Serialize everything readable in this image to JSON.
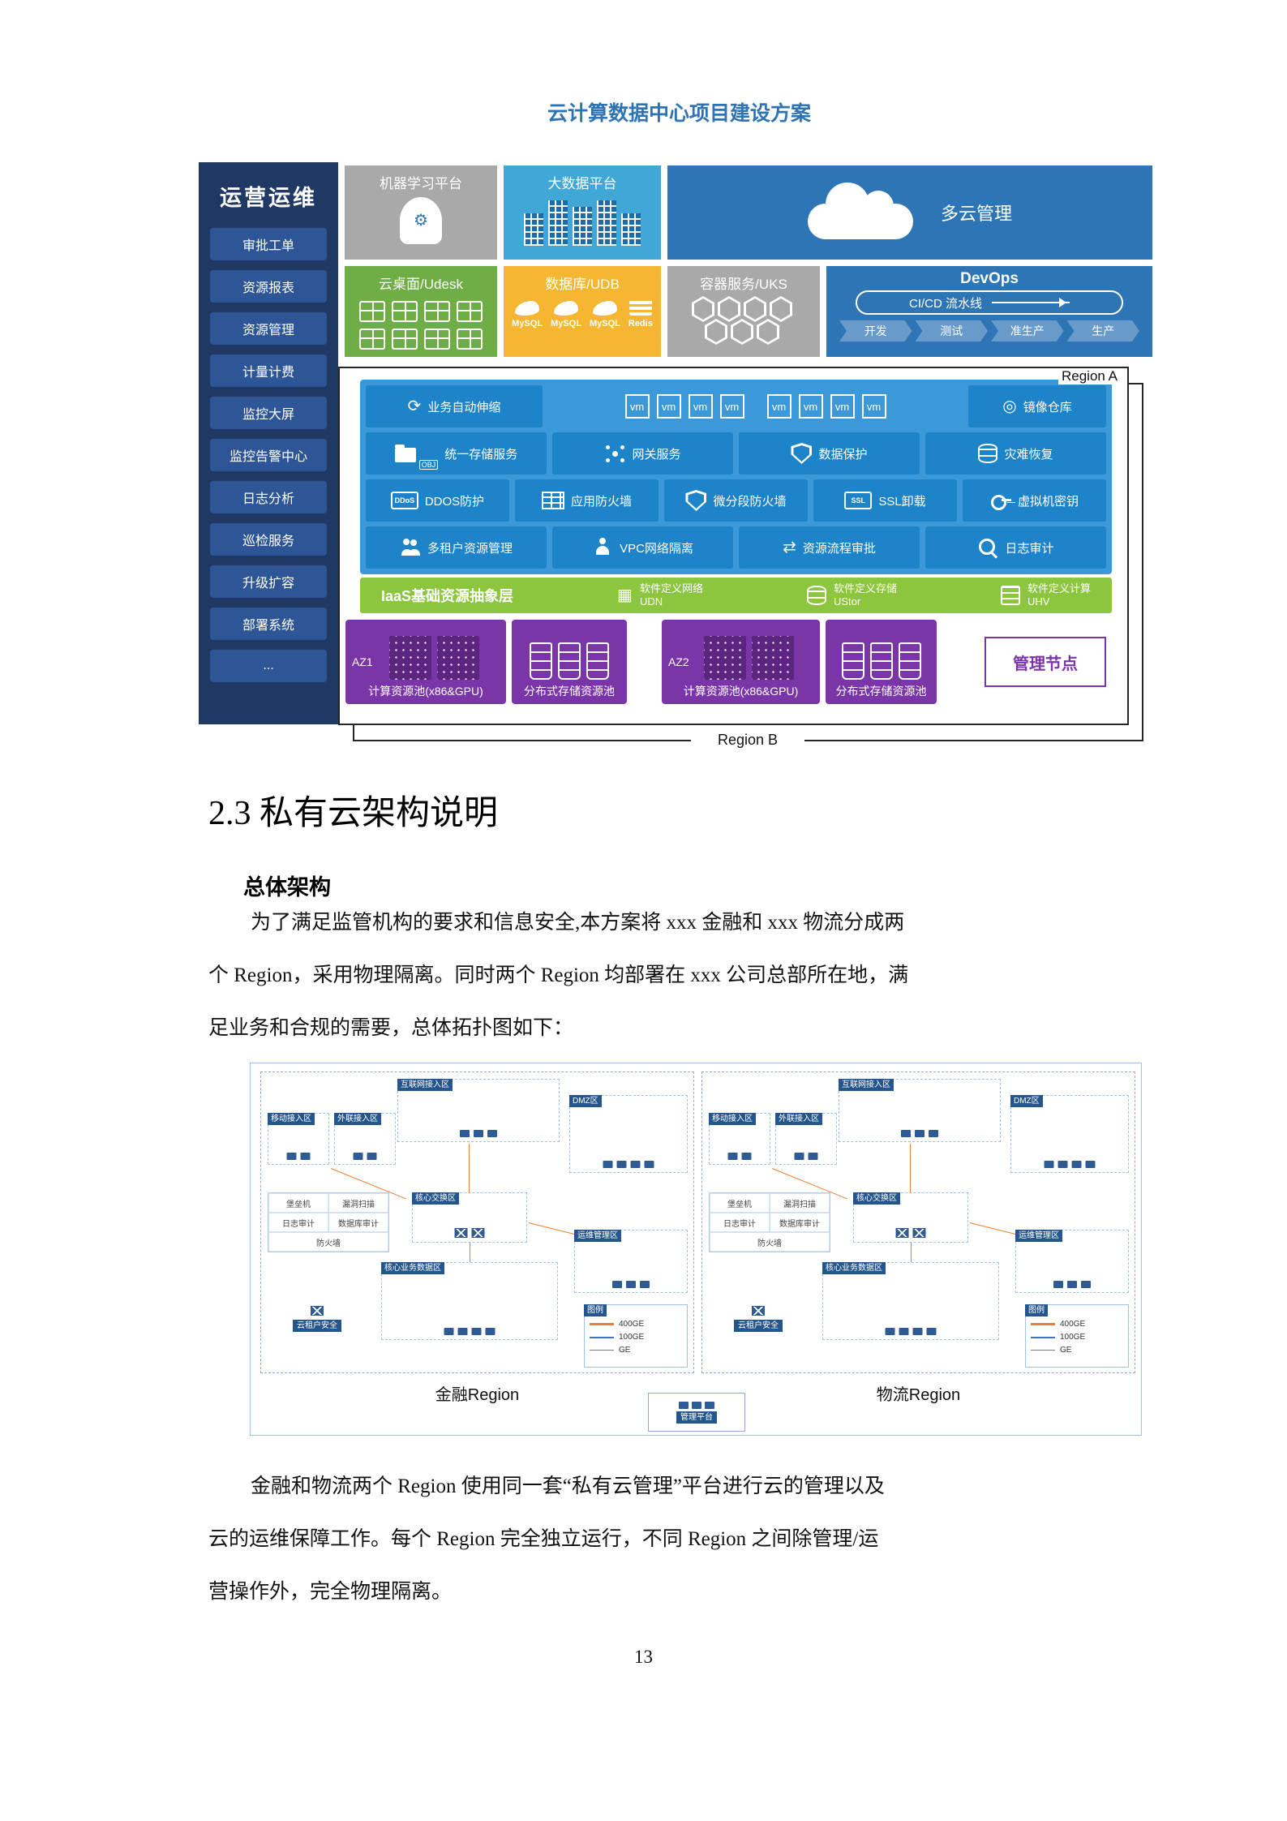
{
  "doc": {
    "title": "云计算数据中心项目建设方案",
    "page_number": "13"
  },
  "icons": {
    "gear": "⚙",
    "autoscale": "⟳",
    "registry": "◎",
    "gateway": "◈",
    "approval": "⇄",
    "network": "▦"
  },
  "arch": {
    "sidebar": {
      "title": "运营运维",
      "items": [
        "审批工单",
        "资源报表",
        "资源管理",
        "计量计费",
        "监控大屏",
        "监控告警中心",
        "日志分析",
        "巡检服务",
        "升级扩容",
        "部署系统",
        "..."
      ]
    },
    "platforms": {
      "ml": "机器学习平台",
      "bigdata": "大数据平台",
      "multicloud": "多云管理",
      "desktop": "云桌面/Udesk",
      "database": "数据库/UDB",
      "db_engines": [
        "MySQL",
        "MySQL",
        "MySQL",
        "Redis"
      ],
      "container": "容器服务/UKS",
      "devops": "DevOps",
      "cicd": "CI/CD 流水线",
      "pipeline": [
        "开发",
        "测试",
        "准生产",
        "生产"
      ]
    },
    "region_a_label": "Region A",
    "region_b_label": "Region B",
    "services": {
      "autoscale": "业务自动伸缩",
      "vm": "vm",
      "registry": "镜像仓库",
      "row2": [
        "统一存储服务",
        "网关服务",
        "数据保护",
        "灾难恢复"
      ],
      "row2_badge": "OBJ",
      "row3": [
        "DDOS防护",
        "应用防火墙",
        "微分段防火墙",
        "SSL卸载",
        "虚拟机密钥"
      ],
      "ddos_badge": "DDoS",
      "ssl_badge": "SSL",
      "row4": [
        "多租户资源管理",
        "VPC网络隔离",
        "资源流程审批",
        "日志审计"
      ]
    },
    "iaas": {
      "label": "IaaS基础资源抽象层",
      "sdn_l1": "软件定义网络",
      "sdn_l2": "UDN",
      "sds_l1": "软件定义存储",
      "sds_l2": "UStor",
      "sdc_l1": "软件定义计算",
      "sdc_l2": "UHV"
    },
    "pools": {
      "az1": "AZ1",
      "az2": "AZ2",
      "compute": "计算资源池(x86&GPU)",
      "storage": "分布式存储资源池",
      "mgmt": "管理节点"
    }
  },
  "section": {
    "heading": "2.3 私有云架构说明",
    "subheading": "总体架构",
    "p1": [
      "为了满足监管机构的要求和信息安全,本方案将 xxx 金融和 xxx 物流分成两",
      "个 Region，采用物理隔离。同时两个 Region 均部署在 xxx 公司总部所在地，满",
      "足业务和合规的需要，总体拓扑图如下："
    ],
    "p2": [
      "金融和物流两个 Region 使用同一套“私有云管理”平台进行云的管理以及",
      "云的运维保障工作。每个 Region 完全独立运行，不同 Region 之间除管理/运",
      "营操作外，完全物理隔离。"
    ]
  },
  "topology": {
    "region_names": [
      "金融Region",
      "物流Region"
    ],
    "zones": {
      "inet": "互联网接入区",
      "mobile": "移动接入区",
      "extranet": "外联接入区",
      "dmz": "DMZ区",
      "core_switch": "核心交换区",
      "core_data": "核心业务数据区",
      "ops": "运维管理区",
      "tenant": "云租户安全",
      "legend": "图例"
    },
    "security_items": [
      "堡垒机",
      "漏洞扫描",
      "日志审计",
      "数据库审计",
      "防火墙"
    ],
    "legend_items": [
      "400GE",
      "100GE",
      "GE"
    ],
    "mgmt_label": "管理平台"
  },
  "colors": {
    "header_blue": "#2E74B5",
    "sidebar_navy": "#1F3864",
    "panel_blue": "#3B99D9",
    "tile_blue": "#1E84C9",
    "iaas_green": "#8CC63F",
    "pool_purple": "#7A35A8",
    "udb_yellow": "#F5B731",
    "topo_line_orange": "#ED7D31"
  }
}
